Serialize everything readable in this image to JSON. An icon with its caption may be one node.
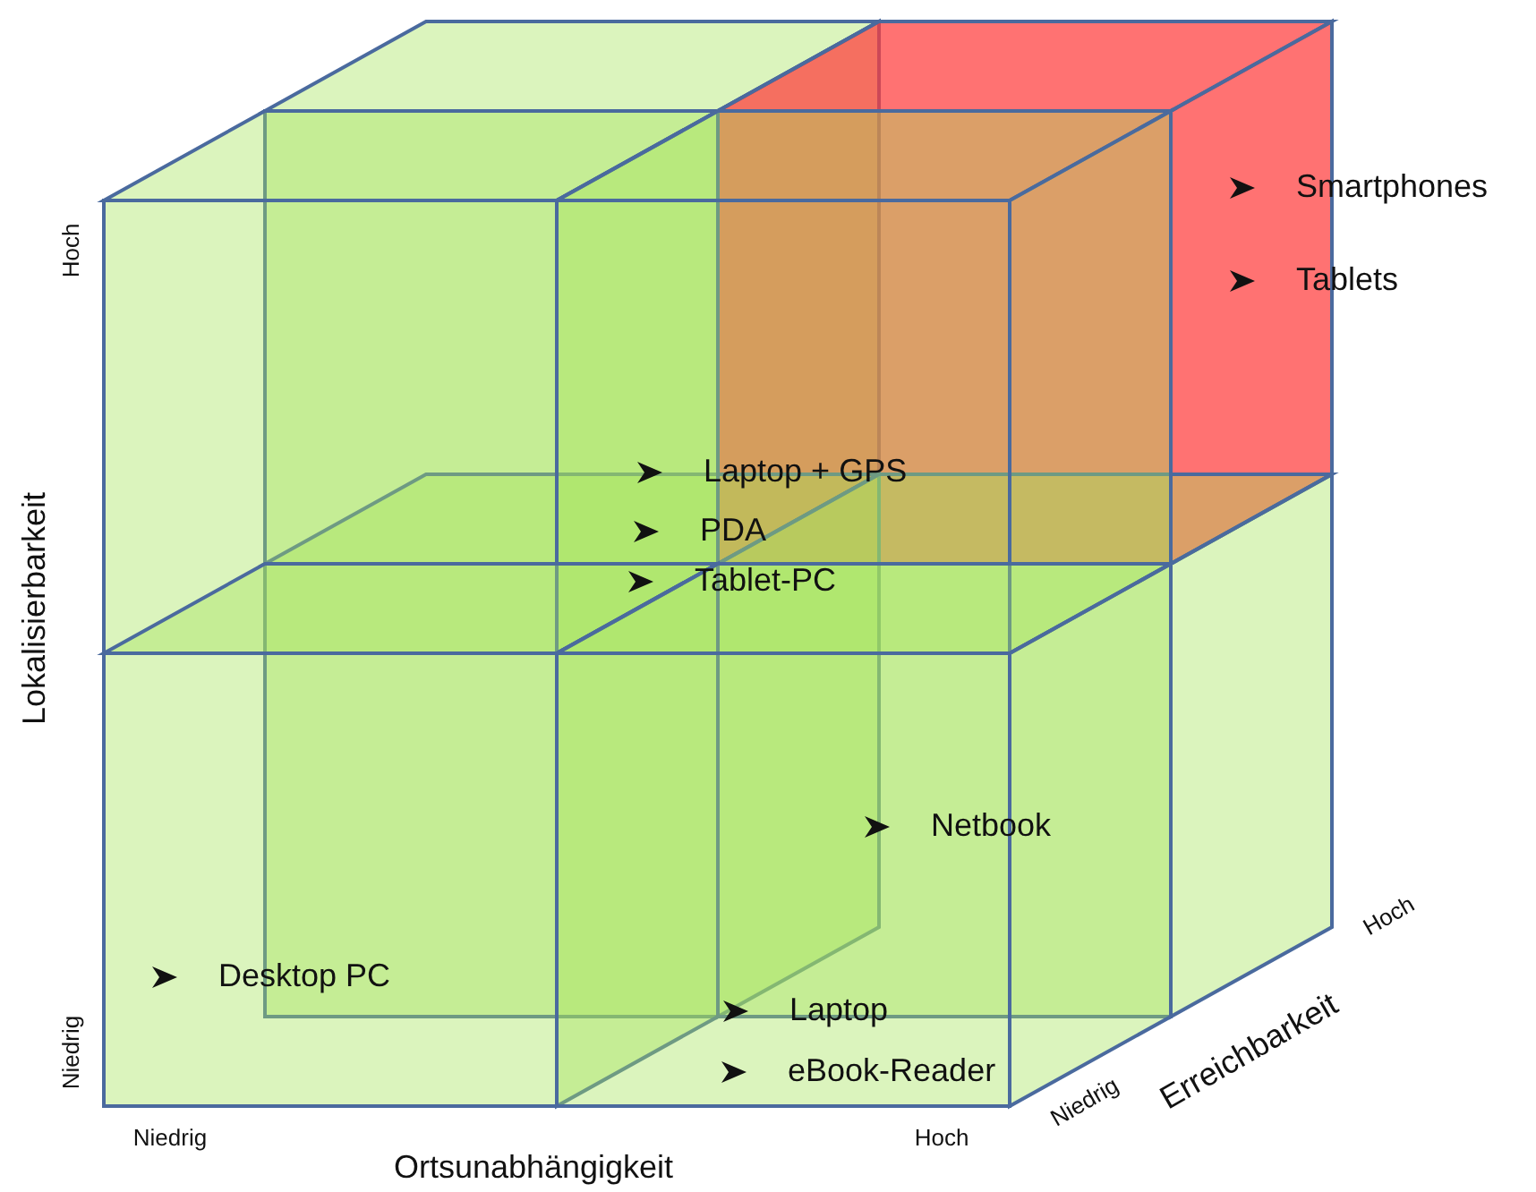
{
  "diagram": {
    "labels": [
      "Hoch",
      "Smartphones",
      "Tablets",
      "Lokalisierbarkeit",
      "Laptop + GPS",
      "PDA",
      "Tablet-PC",
      "Netbook",
      "Desktop PC",
      "Hoch",
      "Niedrig",
      "Laptop",
      "eBook-Reader",
      "Erreichbarkeit",
      "Niedrig",
      "Niedrig",
      "Hoch",
      "Ortsunabhängigkeit"
    ]
  }
}
